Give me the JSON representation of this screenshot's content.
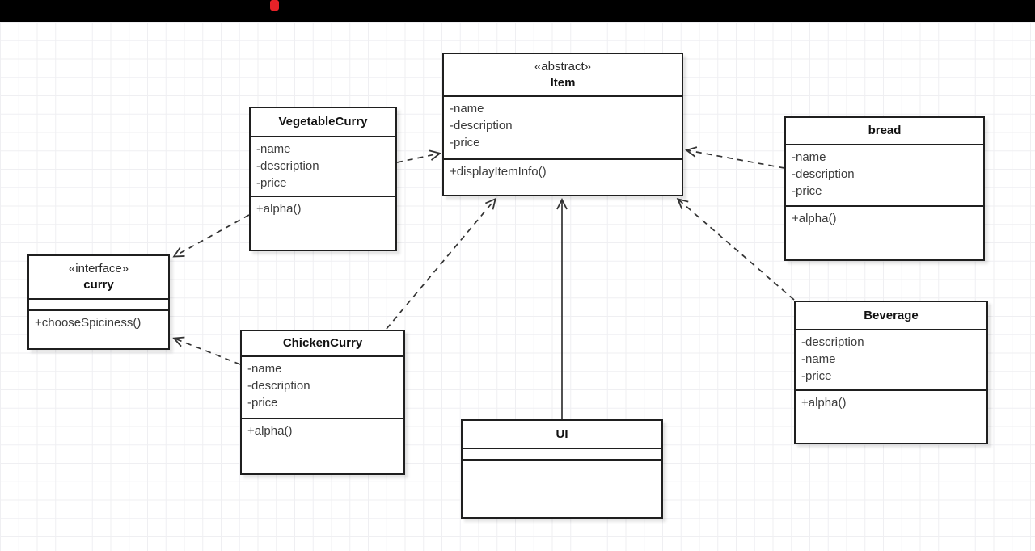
{
  "top_bar": {
    "background_color": "#000000",
    "red_indicator_color": "#e62228"
  },
  "canvas": {
    "background_color": "#ffffff",
    "grid_color": "#efeff2"
  },
  "diagram": {
    "classes": {
      "item": {
        "stereotype": "«abstract»",
        "name": "Item",
        "attributes": [
          "-name",
          "-description",
          "-price"
        ],
        "methods": [
          "+displayItemInfo()"
        ]
      },
      "vegetable_curry": {
        "name": "VegetableCurry",
        "attributes": [
          "-name",
          "-description",
          "-price"
        ],
        "methods": [
          "+alpha()"
        ]
      },
      "curry": {
        "stereotype": "«interface»",
        "name": "curry",
        "attributes": [],
        "methods": [
          "+chooseSpiciness()"
        ]
      },
      "chicken_curry": {
        "name": "ChickenCurry",
        "attributes": [
          "-name",
          "-description",
          "-price"
        ],
        "methods": [
          "+alpha()"
        ]
      },
      "bread": {
        "name": "bread",
        "attributes": [
          "-name",
          "-description",
          "-price"
        ],
        "methods": [
          "+alpha()"
        ]
      },
      "beverage": {
        "name": "Beverage",
        "attributes": [
          "-description",
          "-name",
          "-price"
        ],
        "methods": [
          "+alpha()"
        ]
      },
      "ui": {
        "name": "UI",
        "attributes": [],
        "methods": []
      }
    },
    "relationships": [
      {
        "from": "VegetableCurry",
        "to": "Item",
        "line": "dashed",
        "arrowhead": "open"
      },
      {
        "from": "bread",
        "to": "Item",
        "line": "dashed",
        "arrowhead": "open"
      },
      {
        "from": "ChickenCurry",
        "to": "Item",
        "line": "dashed",
        "arrowhead": "open"
      },
      {
        "from": "Beverage",
        "to": "Item",
        "line": "dashed",
        "arrowhead": "open"
      },
      {
        "from": "UI",
        "to": "Item",
        "line": "solid",
        "arrowhead": "open"
      },
      {
        "from": "VegetableCurry",
        "to": "curry",
        "line": "dashed",
        "arrowhead": "open"
      },
      {
        "from": "ChickenCurry",
        "to": "curry",
        "line": "dashed",
        "arrowhead": "open"
      }
    ]
  }
}
